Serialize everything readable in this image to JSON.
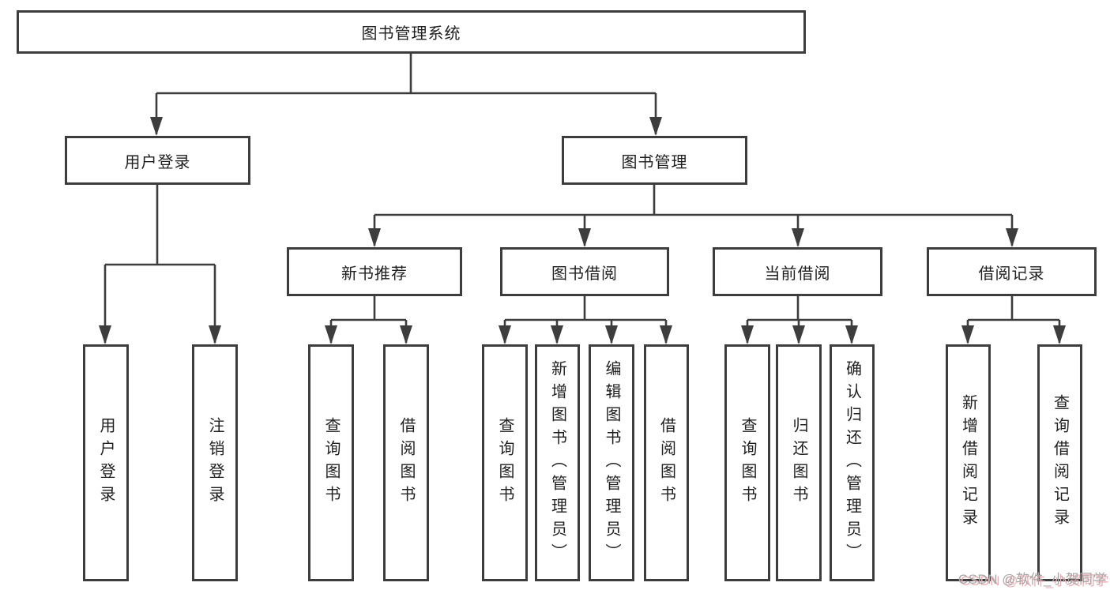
{
  "tree": {
    "root": {
      "label": "图书管理系统"
    },
    "children": [
      {
        "label": "用户登录",
        "children": [
          {
            "label": "用户登录"
          },
          {
            "label": "注销登录"
          }
        ]
      },
      {
        "label": "图书管理",
        "children": [
          {
            "label": "新书推荐",
            "children": [
              {
                "label": "查询图书"
              },
              {
                "label": "借阅图书"
              }
            ]
          },
          {
            "label": "图书借阅",
            "children": [
              {
                "label": "查询图书"
              },
              {
                "label": "新增图书（管理员）"
              },
              {
                "label": "编辑图书（管理员）"
              },
              {
                "label": "借阅图书"
              }
            ]
          },
          {
            "label": "当前借阅",
            "children": [
              {
                "label": "查询图书"
              },
              {
                "label": "归还图书"
              },
              {
                "label": "确认归还（管理员）"
              }
            ]
          },
          {
            "label": "借阅记录",
            "children": [
              {
                "label": "新增借阅记录"
              },
              {
                "label": "查询借阅记录"
              }
            ]
          }
        ]
      }
    ]
  },
  "watermark": {
    "text": "CSDN @软件_小贺同学"
  },
  "colors": {
    "line": "#3d3d3d",
    "box_border": "#3d3d3d",
    "text": "#1f1f1f",
    "background": "#ffffff",
    "watermark_gray": "#a6a6a6",
    "watermark_pink": "#f0aab2"
  }
}
